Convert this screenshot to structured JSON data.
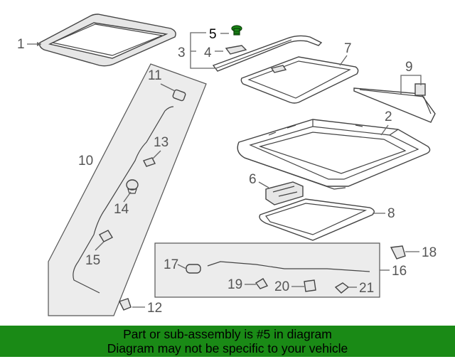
{
  "diagram": {
    "callouts": [
      {
        "id": "c1",
        "text": "1"
      },
      {
        "id": "c2",
        "text": "2"
      },
      {
        "id": "c3",
        "text": "3"
      },
      {
        "id": "c4",
        "text": "4"
      },
      {
        "id": "c5",
        "text": "5"
      },
      {
        "id": "c6",
        "text": "6"
      },
      {
        "id": "c7",
        "text": "7"
      },
      {
        "id": "c8",
        "text": "8"
      },
      {
        "id": "c9",
        "text": "9"
      },
      {
        "id": "c10",
        "text": "10"
      },
      {
        "id": "c11",
        "text": "11"
      },
      {
        "id": "c12",
        "text": "12"
      },
      {
        "id": "c13",
        "text": "13"
      },
      {
        "id": "c14",
        "text": "14"
      },
      {
        "id": "c15",
        "text": "15"
      },
      {
        "id": "c16",
        "text": "16"
      },
      {
        "id": "c17",
        "text": "17"
      },
      {
        "id": "c18",
        "text": "18"
      },
      {
        "id": "c19",
        "text": "19"
      },
      {
        "id": "c20",
        "text": "20"
      },
      {
        "id": "c21",
        "text": "21"
      }
    ],
    "highlighted_part": "5",
    "highlight_color": "#1a8a16"
  },
  "banner": {
    "line1": "Part or sub-assembly is #5 in diagram",
    "line2": "Diagram may not be specific to your vehicle",
    "background": "#1a8a16"
  }
}
